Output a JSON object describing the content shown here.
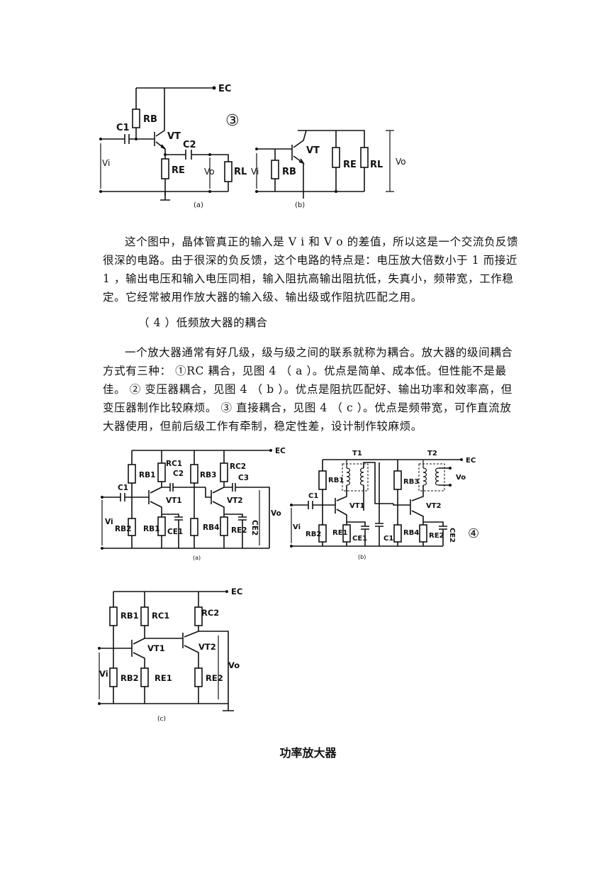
{
  "figure3": {
    "a": {
      "ec": "EC",
      "rb": "RB",
      "vt": "VT",
      "c1": "C1",
      "c2": "C2",
      "vi": "Vi",
      "re": "RE",
      "vo": "Vo",
      "rl": "RL",
      "caption": "(a)"
    },
    "b": {
      "vt": "VT",
      "vi": "Vi",
      "rb": "RB",
      "re": "RE",
      "rl": "RL",
      "vo": "Vo",
      "caption": "(b)"
    },
    "marker": "③"
  },
  "paragraph1": "这个图中，晶体管真正的输入是 V i 和 V o 的差值，所以这是一个交流负反馈很深的电路。由于很深的负反馈，这个电路的特点是：电压放大倍数小于 1 而接近 1 ，输出电压和输入电压同相，输入阻抗高输出阻抗低，失真小，频带宽，工作稳定。它经常被用作放大器的输入级、输出级或作阻抗匹配之用。",
  "section_title": "（ 4 ）低频放大器的耦合",
  "paragraph2": "一个放大器通常有好几级，级与级之间的联系就称为耦合。放大器的级间耦合方式有三种： ①RC 耦合，见图 4 （ a ）。优点是简单、成本低。但性能不是最佳。 ② 变压器耦合，见图 4 （ b ）。优点是阻抗匹配好、输出功率和效率高，但变压器制作比较麻烦。 ③ 直接耦合，见图 4 （ c ）。优点是频带宽，可作直流放大器使用，但前后级工作有牵制，稳定性差，设计制作较麻烦。",
  "figure4": {
    "a": {
      "ec": "EC",
      "rb1": "RB1",
      "rc1": "RC1",
      "c2": "C2",
      "rb3": "RB3",
      "rc2": "RC2",
      "c1": "C1",
      "c3": "C3",
      "vt1": "VT1",
      "vt2": "VT2",
      "vi": "Vi",
      "vo": "Vo",
      "rb2": "RB2",
      "re1": "RB1",
      "ce1": "CE1",
      "rb4": "RB4",
      "re2": "RE2",
      "ce2": "CE2",
      "caption": "(a)"
    },
    "b": {
      "t1": "T1",
      "t2": "T2",
      "ec": "EC",
      "rb1": "RB1",
      "rb3": "RB3",
      "vo": "Vo",
      "c1": "C1",
      "vt1": "VT1",
      "vt2": "VT2",
      "vi": "Vi",
      "rb2": "RB2",
      "re1": "RE1",
      "ce1": "CE1",
      "c1b": "C1",
      "rb4": "RB4",
      "re2": "RE2",
      "ce2": "CE2",
      "caption": "(b)"
    },
    "c": {
      "ec": "EC",
      "rb1": "RB1",
      "rc1": "RC1",
      "rc2": "RC2",
      "vt1": "VT1",
      "vt2": "VT2",
      "vi": "Vi",
      "vo": "Vo",
      "rb2": "RB2",
      "re1": "RE1",
      "re2": "RE2",
      "caption": "(c)"
    },
    "marker": "④"
  },
  "heading": "功率放大器"
}
